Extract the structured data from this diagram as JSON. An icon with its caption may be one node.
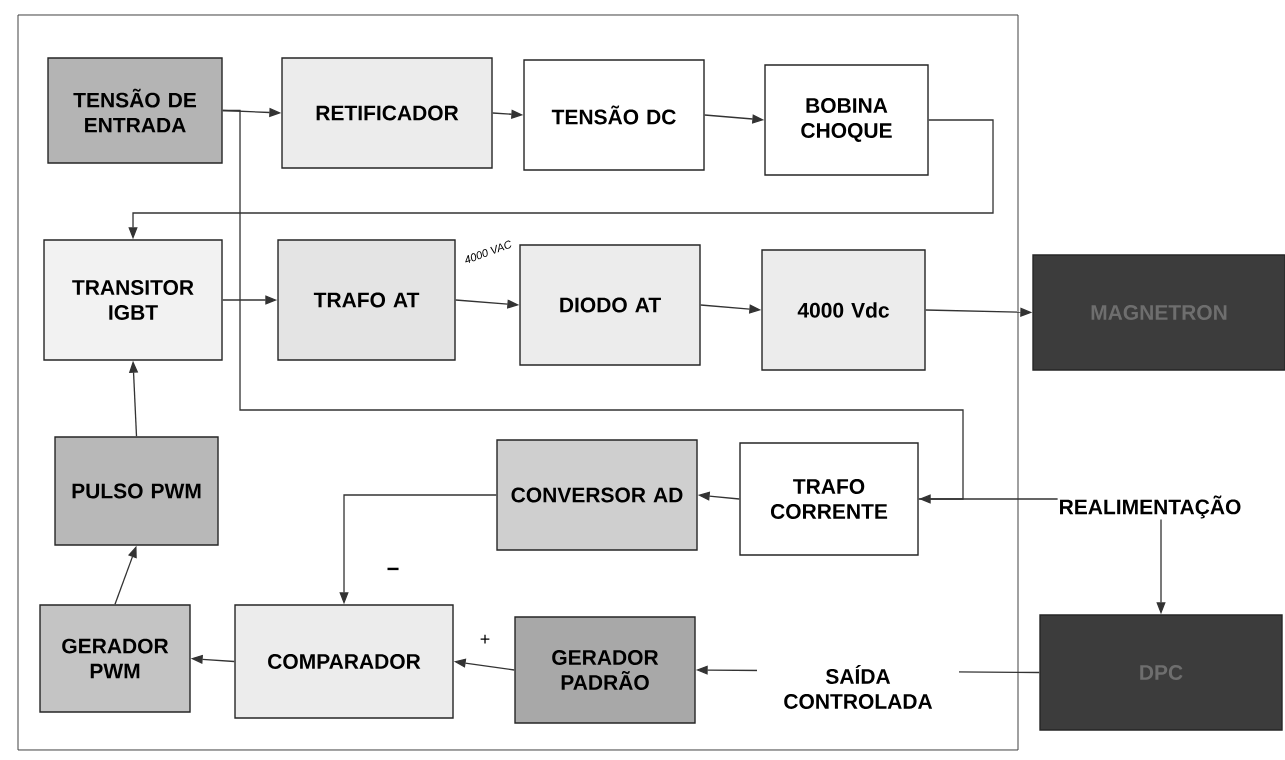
{
  "diagram": {
    "nodes": [
      {
        "text": [
          "TENSÃO DE ENTRADA"
        ]
      },
      {
        "text": [
          "RETIFICADOR"
        ]
      },
      {
        "text": [
          "TENSÃO DC"
        ]
      },
      {
        "text": [
          "BOBINA CHOQUE"
        ]
      },
      {
        "text": [
          "TRANSITOR IGBT"
        ]
      },
      {
        "text": [
          "TRAFO AT"
        ]
      },
      {
        "text": [
          "DIODO AT"
        ]
      },
      {
        "text": [
          "4000 Vdc"
        ]
      },
      {
        "text": [
          "MAGNETRON"
        ]
      },
      {
        "text": [
          "PULSO PWM"
        ]
      },
      {
        "text": [
          "CONVERSOR AD"
        ]
      },
      {
        "text": [
          "TRAFO CORRENTE"
        ]
      },
      {
        "text": [
          "GERADOR PWM"
        ]
      },
      {
        "text": [
          "COMPARADOR"
        ]
      },
      {
        "text": [
          "GERADOR PADRÃO"
        ]
      },
      {
        "text": [
          "DPC"
        ]
      }
    ],
    "edges": [
      {
        "from": 0,
        "to": 1,
        "arrow": "to"
      },
      {
        "from": 1,
        "to": 2,
        "arrow": "to"
      },
      {
        "from": 2,
        "to": 3,
        "arrow": "to"
      },
      {
        "from": 3,
        "to": 4,
        "arrow": "to"
      },
      {
        "from": 4,
        "to": 5,
        "arrow": "to"
      },
      {
        "from": 5,
        "to": 6,
        "arrow": "to",
        "label": "4000 VAC"
      },
      {
        "from": 6,
        "to": 7,
        "arrow": "to"
      },
      {
        "from": 7,
        "to": 8,
        "arrow": "to"
      },
      {
        "from": 0,
        "to": 11,
        "arrow": "to"
      },
      {
        "from": 11,
        "to": 10,
        "arrow": "to"
      },
      {
        "from": 10,
        "to": 13,
        "arrow": "to",
        "label": "−"
      },
      {
        "from": 11,
        "to": 15,
        "arrow": "to",
        "label": "REALIMENTAÇÃO"
      },
      {
        "from": 15,
        "to": 14,
        "arrow": "to",
        "label": "SAÍDA CONTROLADA"
      },
      {
        "from": 14,
        "to": 13,
        "arrow": "to",
        "label": "+"
      },
      {
        "from": 13,
        "to": 12,
        "arrow": "to"
      },
      {
        "from": 12,
        "to": 9,
        "arrow": "to"
      },
      {
        "from": 9,
        "to": 4,
        "arrow": "to"
      }
    ]
  }
}
